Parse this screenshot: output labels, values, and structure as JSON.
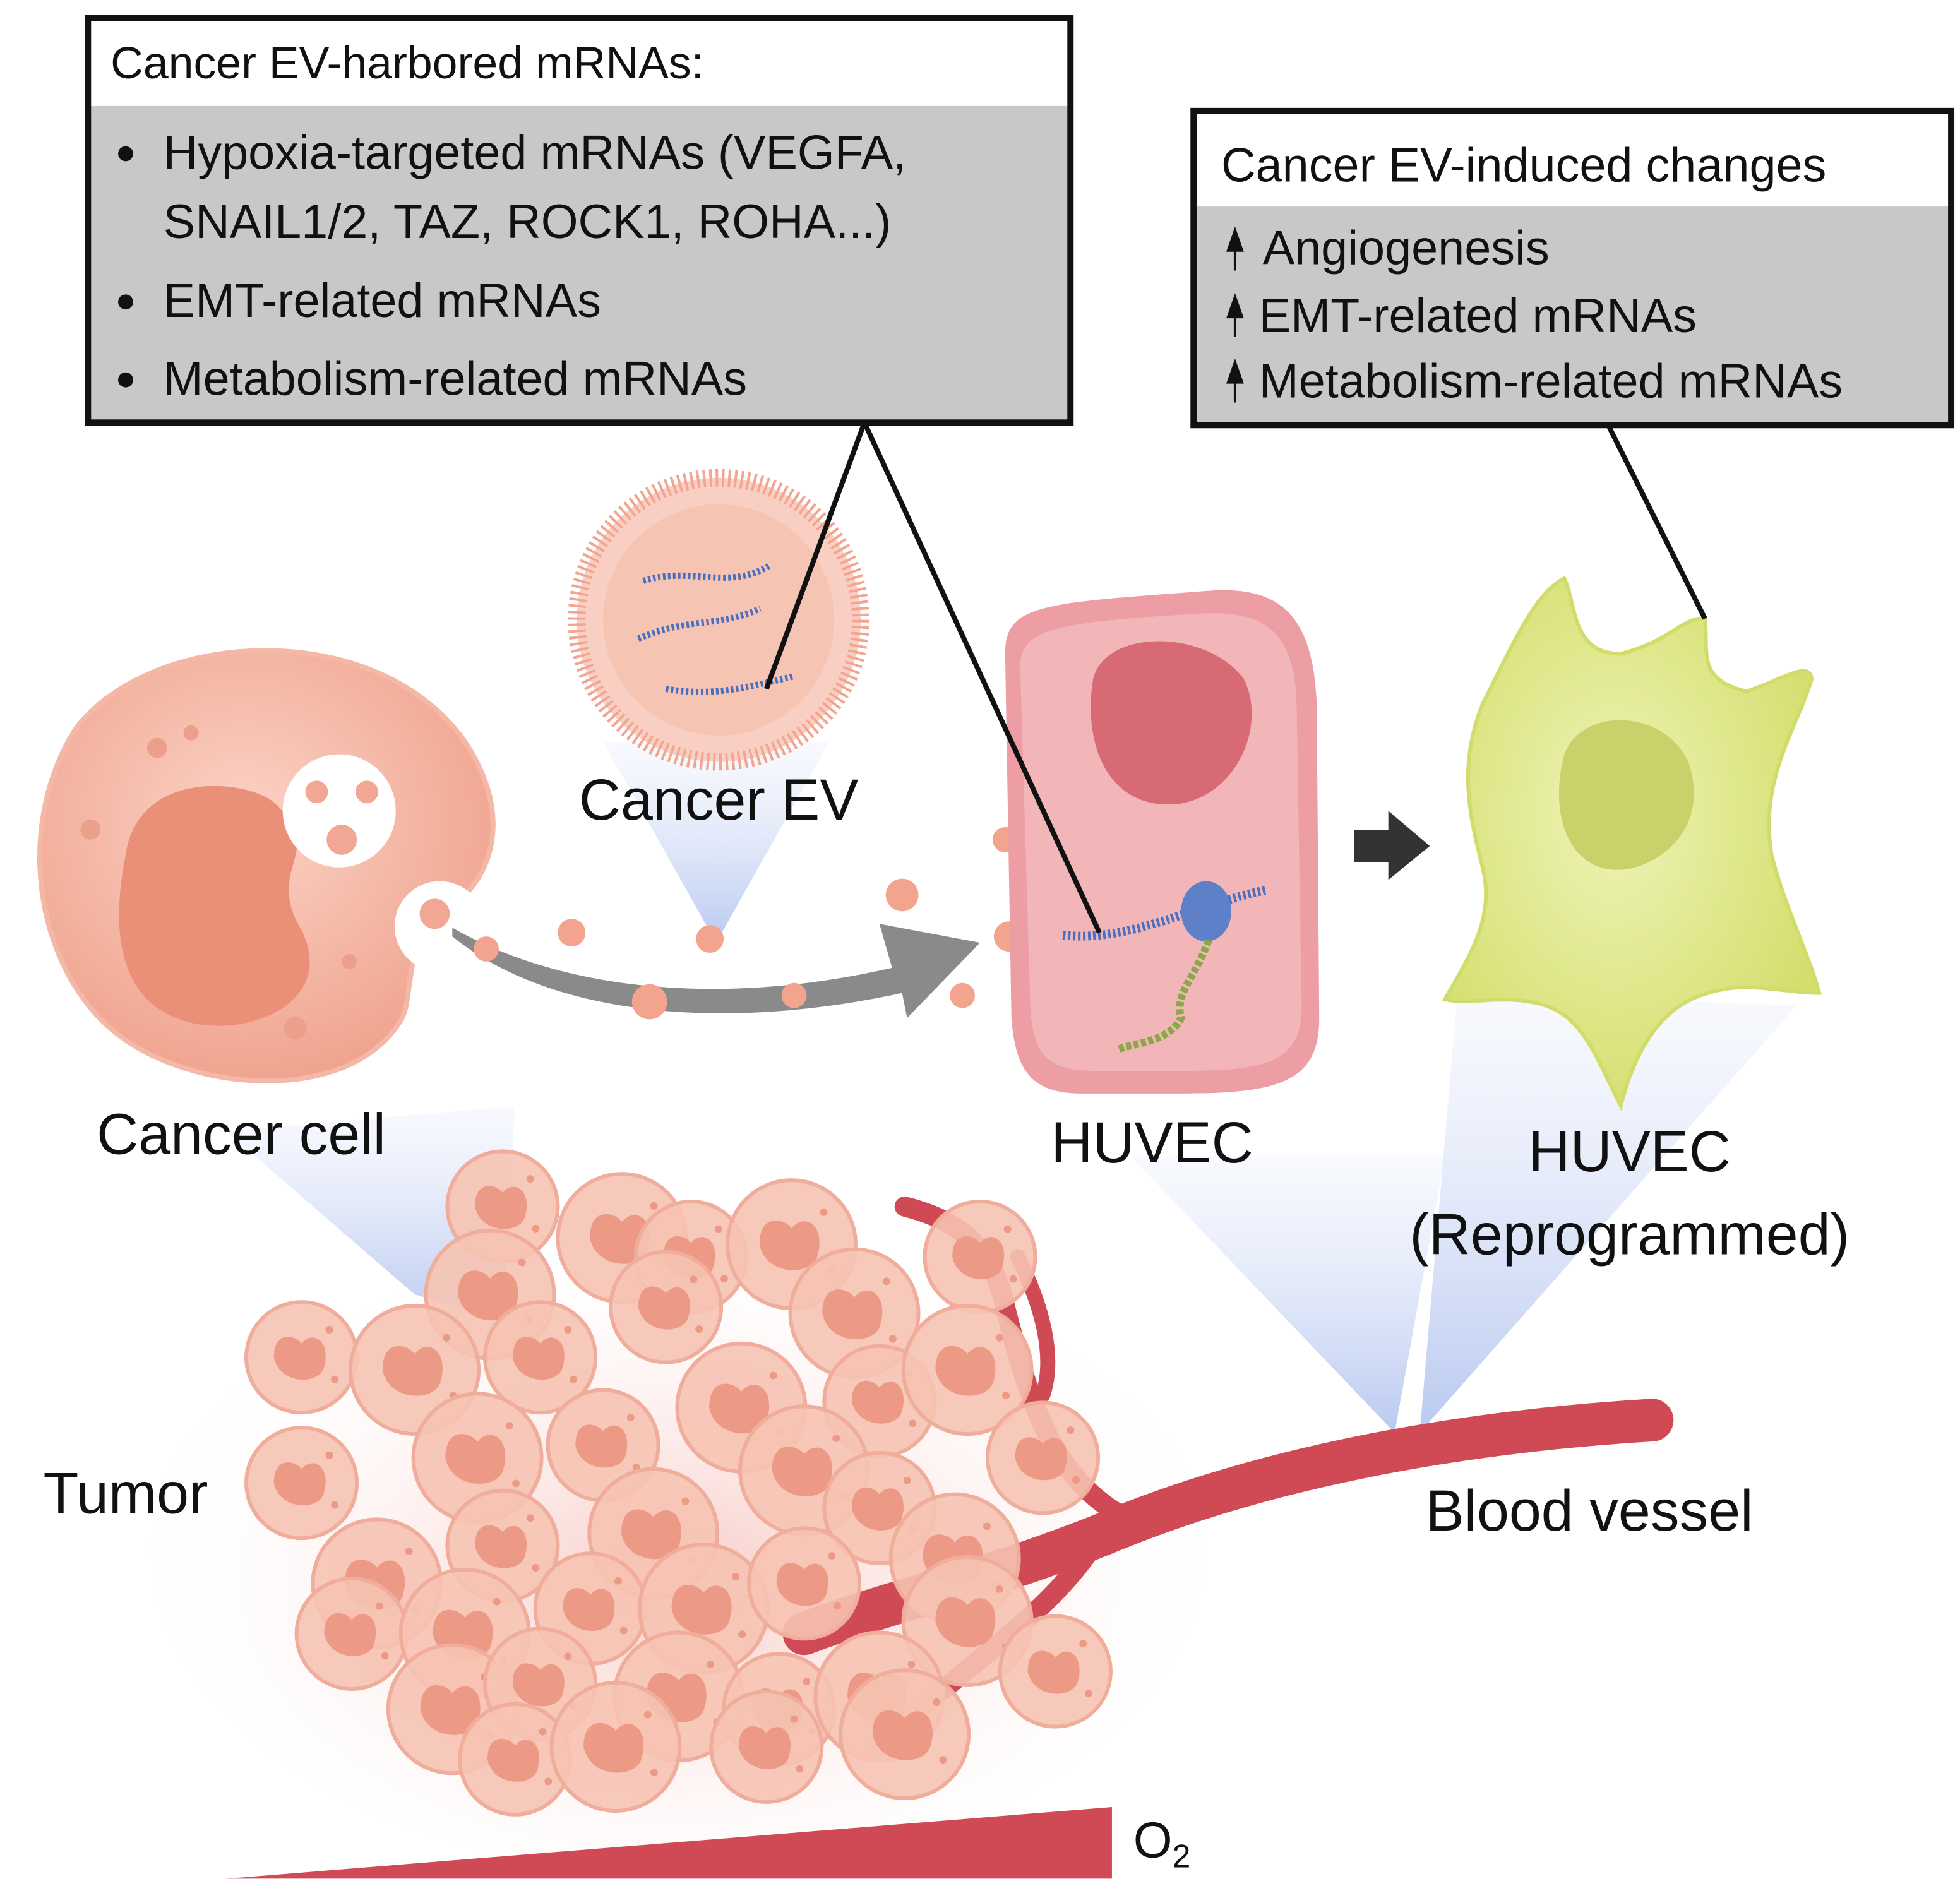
{
  "ev_cargo_box": {
    "title": "Cancer EV-harbored mRNAs:",
    "items": [
      {
        "line1": "Hypoxia-targeted mRNAs (VEGFA,",
        "line2": "SNAIL1/2, TAZ, ROCK1, ROHA...)"
      },
      {
        "line1": "EMT-related mRNAs"
      },
      {
        "line1": "Metabolism-related mRNAs"
      }
    ],
    "bullet_icon": "bullet-dot"
  },
  "changes_box": {
    "title": "Cancer EV-induced changes",
    "items": [
      "Angiogenesis",
      "EMT-related mRNAs",
      "Metabolism-related mRNAs"
    ],
    "item_icon": "up-arrow"
  },
  "labels": {
    "cancer_cell": "Cancer cell",
    "cancer_ev": "Cancer EV",
    "huvec": "HUVEC",
    "huvec_reprogrammed_1": "HUVEC",
    "huvec_reprogrammed_2": "(Reprogrammed)",
    "tumor": "Tumor",
    "blood_vessel": "Blood vessel",
    "o2": "O",
    "o2_sub": "2"
  },
  "colors": {
    "cancer_cell": "#f2b0a0",
    "huvec": "#ec9ea4",
    "reprogrammed": "#dfe58a",
    "vessel": "#d04a55",
    "mrna": "#4a6fc0",
    "box_fill": "#c8c8c8"
  }
}
